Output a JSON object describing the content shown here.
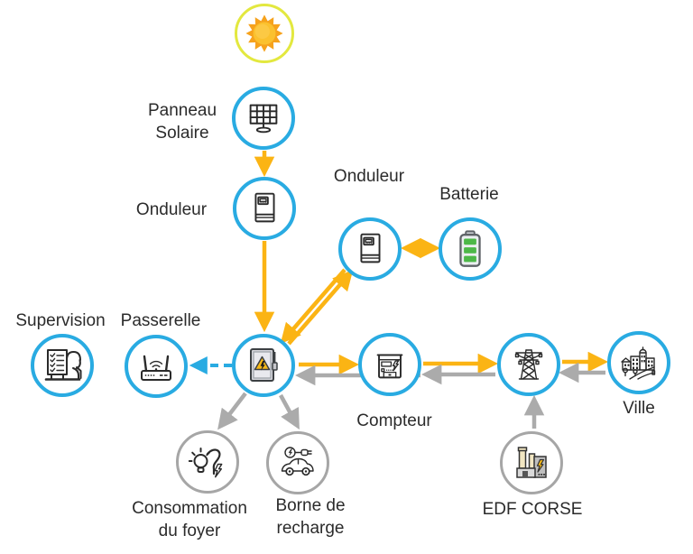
{
  "diagram_type": "solar-energy-flow-diagram",
  "colors": {
    "node_ring_blue": "#29ABE2",
    "node_ring_gray": "#A6A6A6",
    "sun_ring_yellow_green": "#E3E83F",
    "flow_energy_yellow": "#FBB414",
    "flow_return_gray": "#ABABAB",
    "data_link_blue": "#29ABE2",
    "battery_green": "#4DB848",
    "warning_triangle_yellow": "#F7B916",
    "label_text": "#2B2B2B"
  },
  "nodes": {
    "sun": {
      "icon": "sun-icon"
    },
    "panneau_solaire": {
      "label": [
        "Panneau",
        "Solaire"
      ],
      "icon": "solar-panel-icon"
    },
    "onduleur_pv": {
      "label": "Onduleur",
      "icon": "inverter-icon"
    },
    "onduleur_batterie": {
      "label": "Onduleur",
      "icon": "inverter-icon"
    },
    "batterie": {
      "label": "Batterie",
      "icon": "battery-icon"
    },
    "supervision": {
      "label": "Supervision",
      "icon": "supervision-icon"
    },
    "passerelle": {
      "label": "Passerelle",
      "icon": "router-icon"
    },
    "tableau_electrique": {
      "icon": "electrical-panel-icon"
    },
    "compteur": {
      "label": "Compteur",
      "icon": "electric-meter-icon"
    },
    "pylone": {
      "icon": "transmission-tower-icon"
    },
    "ville": {
      "label": "Ville",
      "icon": "city-icon"
    },
    "consommation_foyer": {
      "label": [
        "Consommation",
        "du foyer"
      ],
      "icon": "lightbulb-energy-icon"
    },
    "borne_recharge": {
      "label": [
        "Borne de",
        "recharge"
      ],
      "icon": "ev-charging-icon"
    },
    "edf_corse": {
      "label": "EDF CORSE",
      "icon": "factory-icon"
    }
  },
  "connections": [
    {
      "from": "panneau_solaire",
      "to": "onduleur_pv",
      "color": "#FBB414",
      "style": "solid"
    },
    {
      "from": "onduleur_pv",
      "to": "tableau_electrique",
      "color": "#FBB414",
      "style": "solid"
    },
    {
      "from": "tableau_electrique",
      "to": "onduleur_batterie",
      "color": "#FBB414",
      "style": "solid"
    },
    {
      "from": "onduleur_batterie",
      "to": "tableau_electrique",
      "color": "#FBB414",
      "style": "solid"
    },
    {
      "from": "onduleur_batterie",
      "to": "batterie",
      "color": "#FBB414",
      "style": "solid",
      "bidirectional": true
    },
    {
      "from": "tableau_electrique",
      "to": "compteur",
      "color": "#FBB414",
      "style": "solid"
    },
    {
      "from": "compteur",
      "to": "tableau_electrique",
      "color": "#ABABAB",
      "style": "solid"
    },
    {
      "from": "compteur",
      "to": "pylone",
      "color": "#FBB414",
      "style": "solid"
    },
    {
      "from": "pylone",
      "to": "compteur",
      "color": "#ABABAB",
      "style": "solid"
    },
    {
      "from": "pylone",
      "to": "ville",
      "color": "#FBB414",
      "style": "solid"
    },
    {
      "from": "ville",
      "to": "pylone",
      "color": "#ABABAB",
      "style": "solid"
    },
    {
      "from": "edf_corse",
      "to": "pylone",
      "color": "#ABABAB",
      "style": "solid"
    },
    {
      "from": "tableau_electrique",
      "to": "consommation_foyer",
      "color": "#ABABAB",
      "style": "solid"
    },
    {
      "from": "tableau_electrique",
      "to": "borne_recharge",
      "color": "#ABABAB",
      "style": "solid"
    },
    {
      "from": "tableau_electrique",
      "to": "passerelle",
      "color": "#29ABE2",
      "style": "dashed"
    }
  ]
}
